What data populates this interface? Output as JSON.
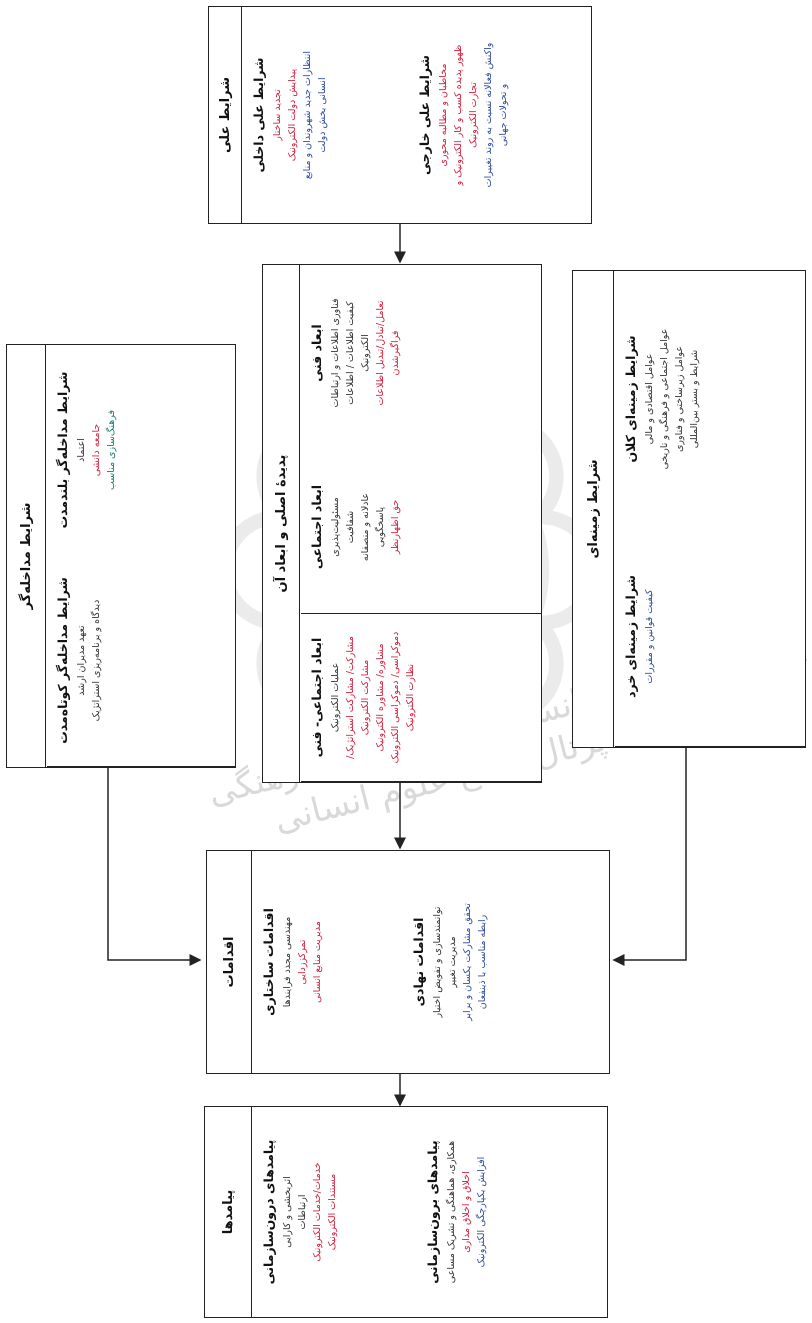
{
  "causal": {
    "title": "شرایط علی",
    "internal_title": "شرایط علی داخلی",
    "internal_items": [
      "تجدید ساختار",
      "پیدایش دولت الکترونیک",
      "انتظارات جدید شهروندان و منابع",
      "انسانی بخش دولت"
    ],
    "external_title": "شرایط علی خارجی",
    "external_items": [
      "مخاطبان و مطالبه محوری",
      "ظهور پدیده کسب و کار الکترونیک و",
      "تجارت الکترونیک",
      "واکنش فعالانه نسبت به روند تغییرات",
      "و تحولات جهانی"
    ]
  },
  "context": {
    "title": "شرایط زمینه‌ای",
    "macro_title": "شرایط زمینه‌ای کلان",
    "macro_items": [
      "عوامل اقتصادی و مالی",
      "عوامل اجتماعی و فرهنگی و تاریخی",
      "عوامل زیرساختی و فناوری",
      "شرایط و بستر بین‌المللی"
    ],
    "micro_title": "شرایط زمینه‌ای خرد",
    "micro_items": [
      "کیفیت قوانین و مقررات"
    ]
  },
  "core": {
    "title": "پدیدهٔ اصلی و ابعاد آن",
    "technical_title": "ابعاد فنی",
    "technical_items": [
      "فناوری اطلاعات و ارتباطات",
      "کیفیت اطلاعات / اطلاعات",
      "الکترونیک",
      "تعامل/تبادل/تبدیل اطلاعات",
      "فراگیرشدن"
    ],
    "social_title": "ابعاد اجتماعی",
    "social_items": [
      "مسئولیت‌پذیری",
      "شفافیت",
      "عادلانه و منصفانه",
      "پاسخگویی",
      "حق اظهارنظر"
    ],
    "socio_tech_title": "ابعاد اجتماعی- فنی",
    "socio_tech_items": [
      "عملیات الکترونیک",
      "مشارکت/ مشارکت استراتژیک/",
      "مشارکت الکترونیک",
      "مشاوره/ مشاوره الکترونیک",
      "دموکراسی/ دموکراسی الکترونیک",
      "نظارت الکترونیک"
    ]
  },
  "intervening": {
    "title": "شرایط مداخله‌گر",
    "long_title": "شرایط مداخله‌گر بلندمدت",
    "long_items": [
      "اعتماد",
      "جامعه دانشی",
      "فرهنگ‌سازی مناسب"
    ],
    "short_title": "شرایط مداخله‌گر کوتاه‌مدت",
    "short_items": [
      "تعهد مدیران ارشد",
      "دیدگاه و برنامه‌ریزی استراتژیک"
    ]
  },
  "actions": {
    "title": "اقدامات",
    "structural_title": "اقدامات ساختاری",
    "structural_items": [
      "مهندسی مجدد فرایندها",
      "تمرکززدایی",
      "مدیریت منابع انسانی"
    ],
    "institutional_title": "اقدامات نهادی",
    "institutional_items": [
      "توانمندسازی و تفویض اختیار",
      "مدیریت تغییر",
      "تحقق مشارکت یکسان و برابر",
      "رابطه مناسب با ذینفعان"
    ]
  },
  "outcomes": {
    "title": "پیامدها",
    "internal_title": "پیامدهای درون‌سازمانی",
    "internal_items": [
      "اثربخشی و کارایی",
      "ارتباطات",
      "خدمات/خدمات الکترونیک",
      "مستندات الکترونیک"
    ],
    "external_title": "پیامدهای برون‌سازمانی",
    "external_items": [
      "همکاری، هماهنگی و تشریک مساعی",
      "اخلاق و اخلاق مداری",
      "افزایش یکپارچگی الکترونیک"
    ]
  },
  "watermark": {
    "line1": "پژوهشگاه علوم انسانی و مطالعات فرهنگی",
    "line2": "پرتال جامع علوم انسانی"
  }
}
